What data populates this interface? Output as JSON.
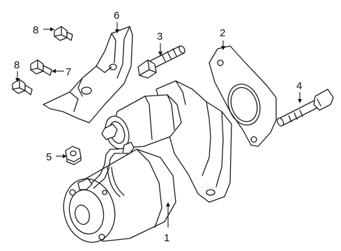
{
  "callouts": [
    {
      "id": "1",
      "label": "1"
    },
    {
      "id": "2",
      "label": "2"
    },
    {
      "id": "3",
      "label": "3"
    },
    {
      "id": "4",
      "label": "4"
    },
    {
      "id": "5",
      "label": "5"
    },
    {
      "id": "6",
      "label": "6"
    },
    {
      "id": "7",
      "label": "7"
    },
    {
      "id": "8a",
      "label": "8"
    },
    {
      "id": "8b",
      "label": "8"
    }
  ],
  "parts": {
    "starter_motor": "starter-motor",
    "gasket": "gasket-plate",
    "bolt_long": "long-bolt",
    "bolt_short": "short-bolt",
    "nut": "hex-nut",
    "bracket": "mounting-bracket",
    "small_bolts": "flange-bolts"
  }
}
